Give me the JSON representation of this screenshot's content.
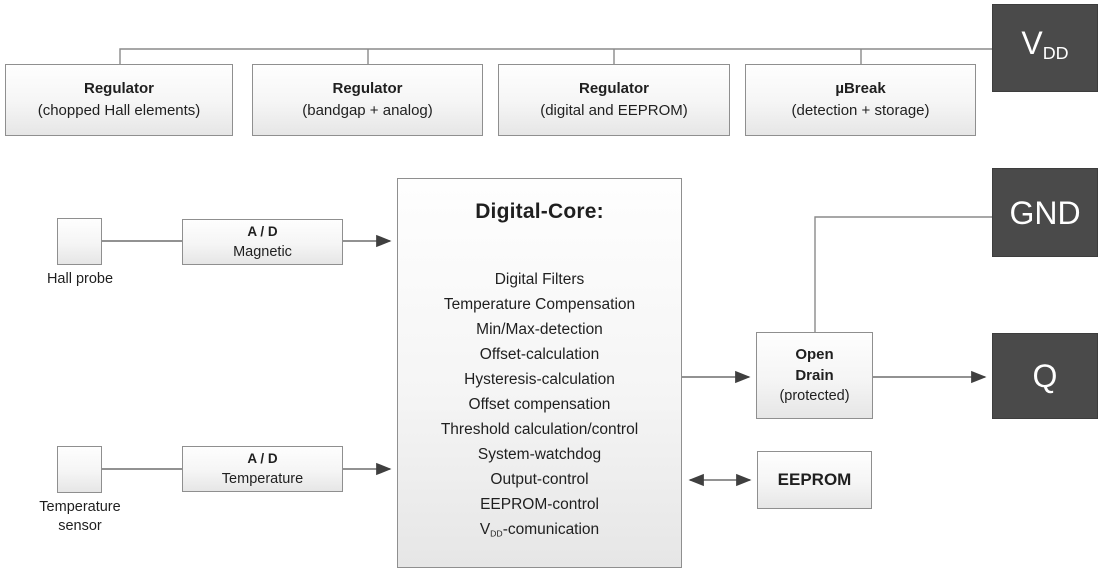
{
  "diagram": {
    "top_rail": {
      "boxes": [
        {
          "title": "Regulator",
          "subtitle": "(chopped Hall elements)"
        },
        {
          "title": "Regulator",
          "subtitle": "(bandgap + analog)"
        },
        {
          "title": "Regulator",
          "subtitle": "(digital and EEPROM)"
        },
        {
          "title": "µBreak",
          "subtitle": "(detection + storage)"
        }
      ]
    },
    "pins": {
      "vdd": {
        "main": "V",
        "sub": "DD"
      },
      "gnd": {
        "label": "GND"
      },
      "q": {
        "label": "Q"
      }
    },
    "core": {
      "title": "Digital-Core:",
      "functions": [
        "Digital Filters",
        "Temperature Compensation",
        "Min/Max-detection",
        "Offset-calculation",
        "Hysteresis-calculation",
        "Offset compensation",
        "Threshold calculation/control",
        "System-watchdog",
        "Output-control",
        "EEPROM-control"
      ],
      "vdd_function": {
        "pre": "V",
        "sub": "DD",
        "post": "-comunication"
      }
    },
    "sensors": [
      {
        "label": "Hall probe"
      },
      {
        "label": "Temperature sensor"
      }
    ],
    "adc": [
      {
        "title": "A / D",
        "subtitle": "Magnetic"
      },
      {
        "title": "A / D",
        "subtitle": "Temperature"
      }
    ],
    "output_stage": {
      "line1": "Open",
      "line2": "Drain",
      "line3": "(protected)"
    },
    "eeprom": {
      "label": "EEPROM"
    },
    "icons": {
      "hall_probe": "cross-icon",
      "temperature_sensor": "cross-icon"
    },
    "colors": {
      "dark_box": "#4a4a4a",
      "light_box_border": "#8f8f8f",
      "connector": "#757575",
      "arrowhead": "#3f3f3f",
      "text": "#1f1f1f"
    }
  }
}
